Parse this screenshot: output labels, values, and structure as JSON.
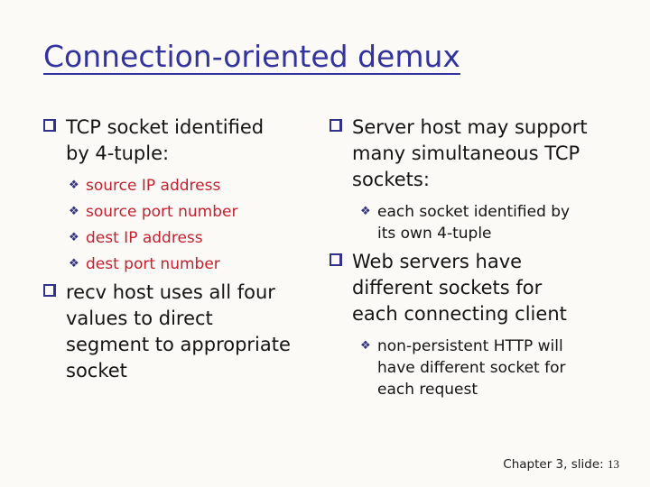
{
  "slide": {
    "title": "Connection-oriented demux",
    "footer_label": "Chapter 3, slide:",
    "slide_number": "13"
  },
  "glyphs": {
    "diamond": "❖"
  },
  "colors": {
    "background": "#FBFAF6",
    "title": "#3333A0",
    "body": "#141414",
    "red": "#C6202F",
    "square": "#32328C",
    "diamond": "#333380",
    "footer": "#1c1c1c"
  },
  "columns": {
    "left": {
      "items": {
        "0": {
          "text": "TCP socket identified\nby 4-tuple:"
        },
        "1": {
          "text": "source IP address"
        },
        "2": {
          "text": "source port number"
        },
        "3": {
          "text": "dest IP address"
        },
        "4": {
          "text": "dest port number"
        },
        "5": {
          "text": "recv host uses all four\nvalues to direct\nsegment to appropriate\nsocket"
        }
      }
    },
    "right": {
      "items": {
        "0": {
          "text": "Server host may support\nmany simultaneous TCP\nsockets:"
        },
        "1": {
          "text": "each socket identified by\nits own 4-tuple"
        },
        "2": {
          "text": "Web servers have\ndifferent sockets for\neach connecting client"
        },
        "3": {
          "text": "non-persistent HTTP will\nhave different socket for\neach request"
        }
      }
    }
  }
}
